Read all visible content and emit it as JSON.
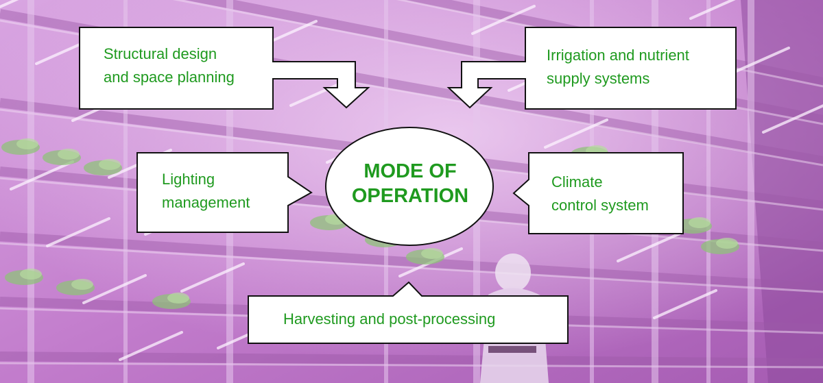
{
  "theme": {
    "text_color": "#1f9a1f",
    "box_fill": "#ffffff",
    "box_stroke": "#111111",
    "background_tint": "#c77fd0"
  },
  "center": {
    "line1": "MODE OF",
    "line2": "OPERATION"
  },
  "boxes": {
    "structural": {
      "line1": "Structural design",
      "line2": "and space planning"
    },
    "irrigation": {
      "line1": "Irrigation and nutrient",
      "line2": "supply systems"
    },
    "lighting": {
      "line1": "Lighting",
      "line2": "management"
    },
    "climate": {
      "line1": "Climate",
      "line2": "control system"
    },
    "harvesting": {
      "line1": "Harvesting and post-processing"
    }
  }
}
